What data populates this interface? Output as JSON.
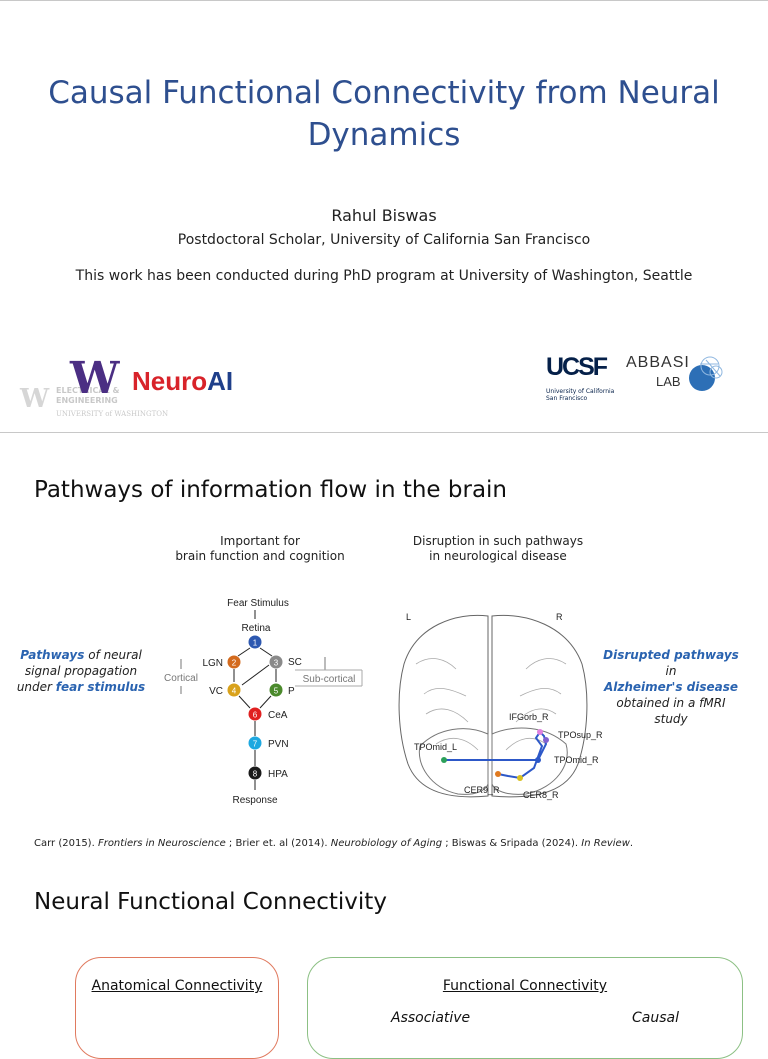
{
  "slide1": {
    "title_line1": "Causal Functional Connectivity from Neural",
    "title_line2": "Dynamics",
    "author": "Rahul Biswas",
    "affiliation": "Postdoctoral Scholar, University of California San Francisco",
    "phd_note": "This work has been conducted during PhD program at University of Washington, Seattle",
    "logo_uw_letter": "W",
    "logo_neuroai_neuro": "Neuro",
    "logo_neuroai_ai": "AI",
    "logo_uw_ee_line1": "ELECTRICAL &",
    "logo_uw_ee_line2": "ENGINEERING",
    "logo_uw_ee_line3": "UNIVERSITY of WASHINGTON",
    "logo_ucsf": "UCSF",
    "logo_ucsf_sub1": "University of California",
    "logo_ucsf_sub2": "San Francisco",
    "logo_abbasi": "ABBASI",
    "logo_lab": "LAB"
  },
  "slide2": {
    "heading": "Pathways of information flow in the brain",
    "left_caption_line1": "Important for",
    "left_caption_line2": "brain function and cognition",
    "right_caption_line1": "Disruption in such pathways",
    "right_caption_line2": "in neurological disease",
    "left_note": {
      "pathways": "Pathways",
      "of_neural": " of neural",
      "line2": "signal propagation",
      "under": "under ",
      "fear": "fear stimulus"
    },
    "right_note": {
      "disrupted": "Disrupted pathways",
      "in": " in",
      "alz": "Alzheimer's disease",
      "line3": "obtained in a fMRI study"
    },
    "fear_diagram": {
      "top": "Fear Stimulus",
      "retina": "Retina",
      "lgn": "LGN",
      "sc": "SC",
      "vc": "VC",
      "p": "P",
      "cea": "CeA",
      "pvn": "PVN",
      "hpa": "HPA",
      "response": "Response",
      "cortical": "Cortical",
      "subcortical": "Sub-cortical",
      "n1": "1",
      "n2": "2",
      "n3": "3",
      "n4": "4",
      "n5": "5",
      "n6": "6",
      "n7": "7",
      "n8": "8"
    },
    "brain": {
      "L": "L",
      "R": "R",
      "ifgorb": "IFGorb_R",
      "tposup": "TPOsup_R",
      "tpomid_l": "TPOmid_L",
      "tpomid_r": "TPOmid_R",
      "cer9": "CER9_R",
      "cer8": "CER8_R"
    },
    "citation": {
      "a": "Carr (2015). ",
      "b": "Frontiers in Neuroscience",
      "c": " ; Brier et. al (2014). ",
      "d": "Neurobiology of Aging",
      "e": " ; Biswas & Sripada (2024). ",
      "f": "In Review",
      "g": "."
    }
  },
  "slide3": {
    "heading": "Neural Functional Connectivity",
    "anatomical": "Anatomical Connectivity",
    "functional": "Functional Connectivity",
    "associative": "Associative",
    "causal": "Causal"
  },
  "colors": {
    "title": "#2e4f8f",
    "uw_purple": "#4b2e83",
    "neuroai_red": "#d8232a",
    "ucsf_navy": "#052049",
    "accent_blue": "#2a63b0",
    "box_red": "#e07a5f",
    "box_green": "#8cc084"
  }
}
